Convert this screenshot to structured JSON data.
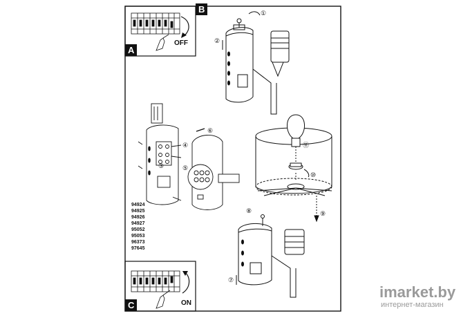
{
  "panels": {
    "a": {
      "tag": "A",
      "state": "OFF"
    },
    "b": {
      "tag": "B"
    },
    "c": {
      "tag": "C",
      "state": "ON"
    }
  },
  "steps": [
    "①",
    "②",
    "③",
    "④",
    "⑤",
    "⑥",
    "⑦",
    "⑧",
    "⑨",
    "⑩",
    "⑪"
  ],
  "model_codes": [
    "94924",
    "94925",
    "94926",
    "94927",
    "95052",
    "95053",
    "96373",
    "97645"
  ],
  "watermark": {
    "brand": "imarket.by",
    "tagline": "интернет-магазин"
  },
  "colors": {
    "line": "#111111",
    "tag_fill": "#111111",
    "watermark": "#9a9a9a"
  }
}
